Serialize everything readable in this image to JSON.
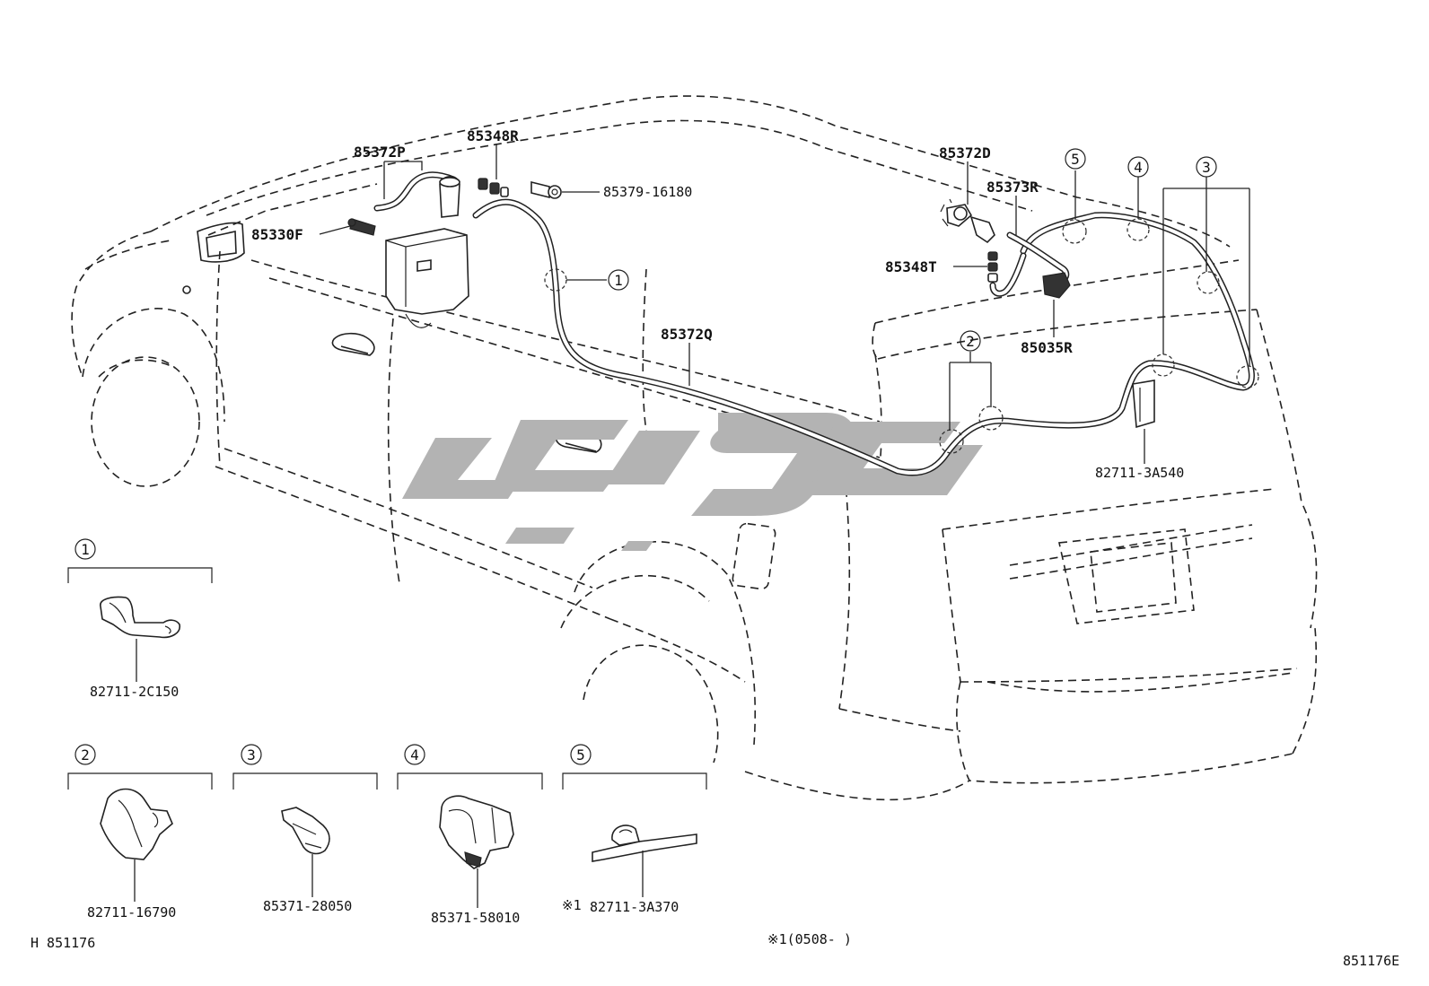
{
  "part_labels": {
    "p85372P": "85372P",
    "p85348R": "85348R",
    "p85379_16180": "85379-16180",
    "p85330F": "85330F",
    "p85372Q": "85372Q",
    "p85372D": "85372D",
    "p85373R": "85373R",
    "p85348T": "85348T",
    "p85035R": "85035R",
    "p82711_3A540": "82711-3A540"
  },
  "callouts": [
    "1",
    "2",
    "3",
    "4",
    "5"
  ],
  "detail_parts": [
    {
      "ref": "1",
      "part_no": "82711-2C150"
    },
    {
      "ref": "2",
      "part_no": "82711-16790"
    },
    {
      "ref": "3",
      "part_no": "85371-28050"
    },
    {
      "ref": "4",
      "part_no": "85371-58010"
    },
    {
      "ref": "5",
      "part_no": "82711-3A370",
      "note_mark": "※1"
    }
  ],
  "footnote": "※1(0508-      )",
  "illustration_code": "H 851176",
  "corner_code": "851176E",
  "colors": {
    "line": "#222222",
    "watermark": "#b3b3b3",
    "background": "#ffffff"
  }
}
